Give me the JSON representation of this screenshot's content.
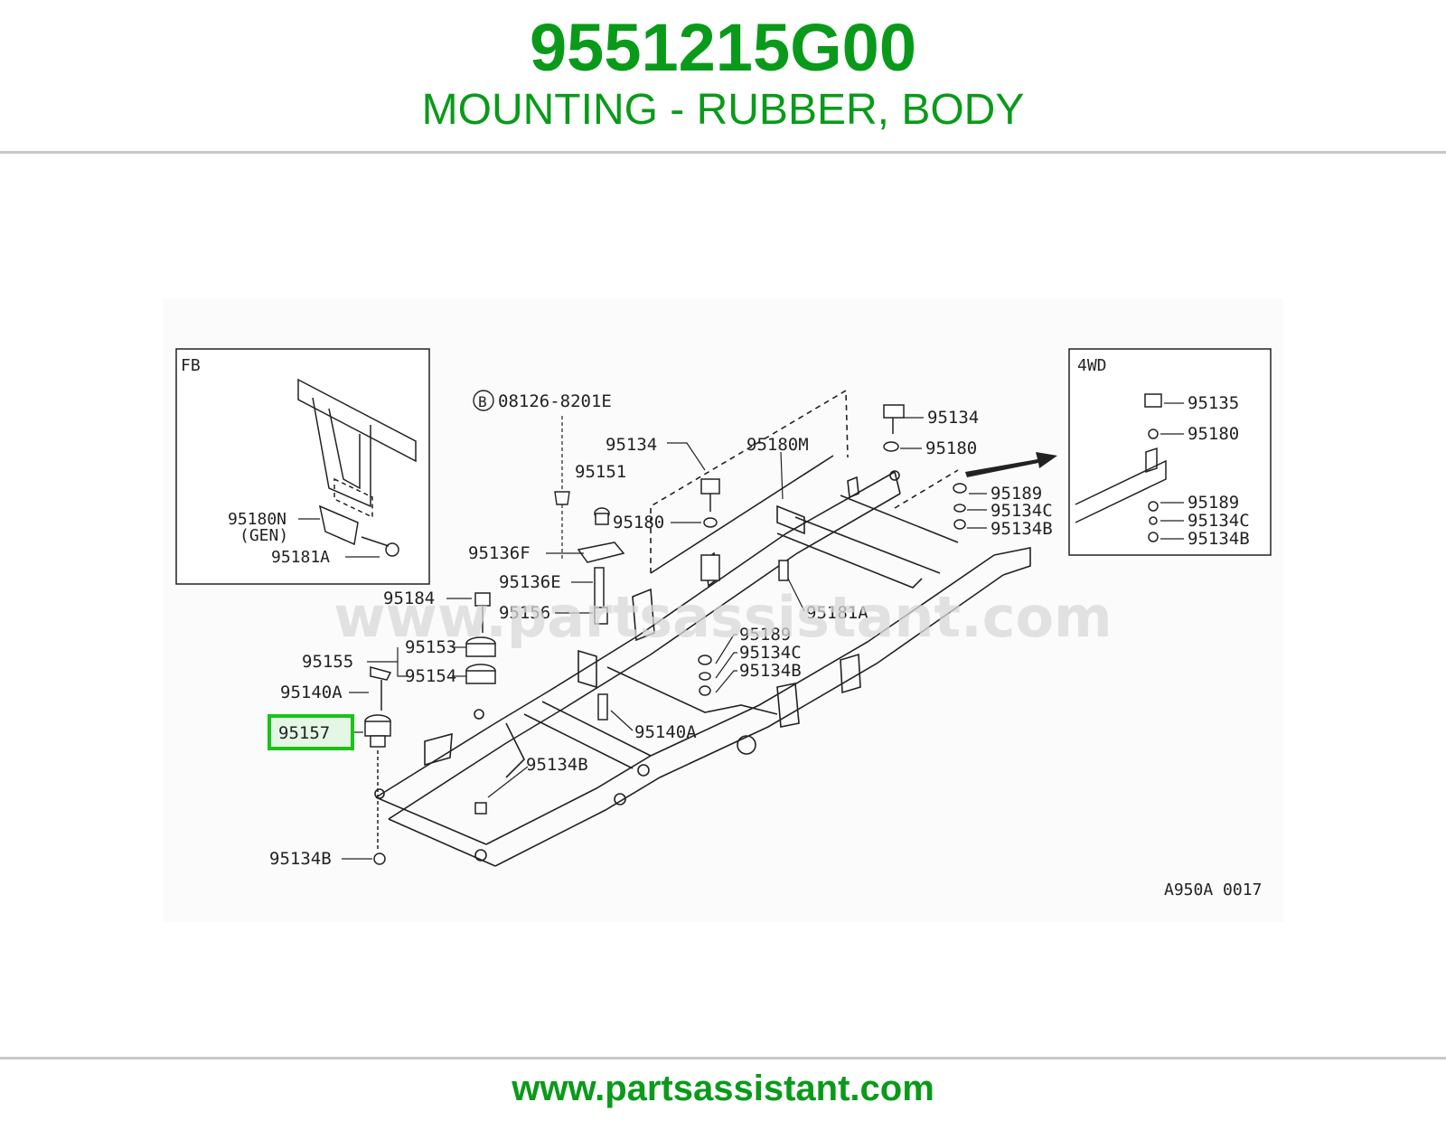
{
  "header": {
    "part_number": "9551215G00",
    "title": "MOUNTING - RUBBER, BODY"
  },
  "footer": {
    "url": "www.partsassistant.com"
  },
  "diagram": {
    "watermark": "www.partsassistant.com",
    "ref_code": "A950A 0017",
    "highlight_color": "#19c319",
    "inset_fb": {
      "title": "FB",
      "labels": [
        "95180N",
        "(GEN)",
        "95181A"
      ]
    },
    "inset_4wd": {
      "title": "4WD",
      "labels": [
        "95135",
        "95180",
        "95189",
        "95134C",
        "95134B"
      ]
    },
    "bolt_prefix": "B",
    "bolt_number": "08126-8201E",
    "labels": {
      "p95134_top": "95134",
      "p95151": "95151",
      "p95180_mid": "95180",
      "p95180m": "95180M",
      "p95134_right": "95134",
      "p95180_right": "95180",
      "p95189_right": "95189",
      "p95134c_right": "95134C",
      "p95134b_right": "95134B",
      "p95136f": "95136F",
      "p95136e": "95136E",
      "p95184": "95184",
      "p95156": "95156",
      "p95181a_mid": "95181A",
      "p95153": "95153",
      "p95155": "95155",
      "p95154": "95154",
      "p95140a_left": "95140A",
      "p95157": "95157",
      "p95189_mid": "95189",
      "p95134c_mid": "95134C",
      "p95134b_mid": "95134B",
      "p95140a_mid": "95140A",
      "p95134b_low": "95134B",
      "p95134b_bottom": "95134B"
    }
  }
}
